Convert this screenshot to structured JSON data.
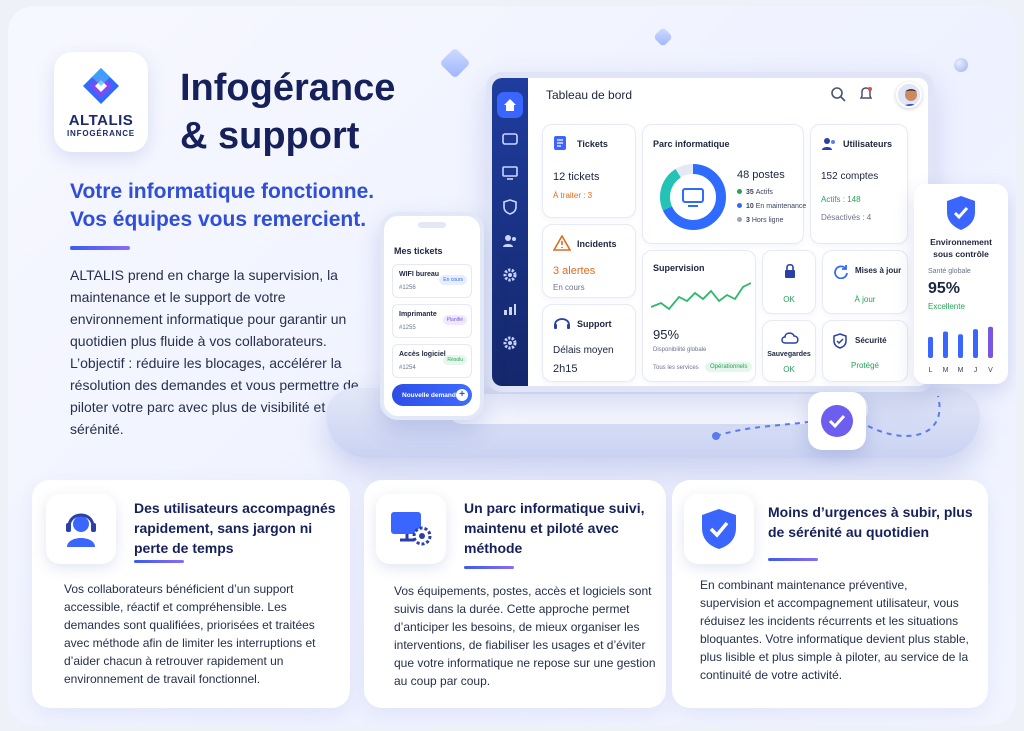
{
  "brand": {
    "name": "ALTALIS",
    "sub": "INFOGÉRANCE"
  },
  "title": {
    "line1": "Infogérance",
    "line2": "& support"
  },
  "tagline": {
    "line1": "Votre informatique fonctionne.",
    "line2": "Vos équipes vous remercient."
  },
  "intro": "ALTALIS prend en charge la supervision, la maintenance et le support de votre environnement informatique pour garantir un quotidien plus fluide à vos collaborateurs. L’objectif : réduire les blocages, accélérer la résolution des demandes et vous permettre de piloter votre parc avec plus de visibilité et de sérénité.",
  "colors": {
    "accent": "#2f4ed9",
    "navy": "#16205a",
    "green": "#23a456",
    "orange": "#e06b1e"
  },
  "dashboard": {
    "title": "Tableau de bord",
    "sidebar_icons": [
      "home-icon",
      "ticket-icon",
      "monitor-icon",
      "shield-icon",
      "users-icon",
      "gear-icon",
      "chart-icon",
      "settings-icon"
    ],
    "tickets": {
      "label": "Tickets",
      "value": "12 tickets",
      "sub": "À traiter : 3"
    },
    "incidents": {
      "label": "Incidents",
      "value": "3 alertes",
      "sub": "En cours"
    },
    "support": {
      "label": "Support",
      "value": "Délais moyen",
      "sub": "2h15"
    },
    "parc": {
      "label": "Parc informatique",
      "value": "48 postes",
      "items": [
        {
          "count": "35",
          "label": "Actifs",
          "color": "#23a456"
        },
        {
          "count": "10",
          "label": "En maintenance",
          "color": "#2f6bff"
        },
        {
          "count": "3",
          "label": "Hors ligne",
          "color": "#9aa3bd"
        }
      ]
    },
    "users": {
      "label": "Utilisateurs",
      "value": "152 comptes",
      "active": "Actifs : 148",
      "inactive": "Désactivés : 4"
    },
    "supervision": {
      "label": "Supervision",
      "value": "95%",
      "sub": "Disponibilité globale",
      "services": "Tous les services",
      "badge": "Opérationnels"
    },
    "status_tiles": [
      {
        "icon": "lock-icon",
        "label": "",
        "value": "OK"
      },
      {
        "icon": "refresh-icon",
        "label": "Mises à jour",
        "value": "À jour"
      },
      {
        "icon": "cloud-icon",
        "label": "Sauvegardes",
        "value": "OK"
      },
      {
        "icon": "shield-check-icon",
        "label": "Sécurité",
        "value": "Protégé"
      }
    ]
  },
  "phone": {
    "title": "Mes tickets",
    "items": [
      {
        "name": "WIFI bureau",
        "id": "#1256",
        "status": "En cours",
        "bg": "#e7efff",
        "fg": "#2f6bff"
      },
      {
        "name": "Imprimante",
        "id": "#1255",
        "status": "Planifié",
        "bg": "#efe8ff",
        "fg": "#7a56e0"
      },
      {
        "name": "Accès logiciel",
        "id": "#1254",
        "status": "Résolu",
        "bg": "#e6f6ec",
        "fg": "#23a456"
      }
    ],
    "button": "Nouvelle demande"
  },
  "environment": {
    "title": "Environnement sous contrôle",
    "health_label": "Santé globale",
    "value": "95%",
    "status": "Excellente",
    "days": [
      "L",
      "M",
      "M",
      "J",
      "V"
    ],
    "bars": [
      0.62,
      0.78,
      0.7,
      0.85,
      0.92
    ]
  },
  "features": [
    {
      "icon": "headset-user-icon",
      "title": "Des utilisateurs accompagnés rapidement, sans jargon ni perte de temps",
      "text": "Vos collaborateurs bénéficient d’un support accessible, réactif et compréhensible. Les demandes sont qualifiées, priorisées et traitées avec méthode afin de limiter les interruptions et d’aider chacun à retrouver rapidement un environnement de travail fonctionnel."
    },
    {
      "icon": "monitor-gear-icon",
      "title": "Un parc informatique suivi, maintenu et piloté avec méthode",
      "text": "Vos équipements, postes, accès et logiciels sont suivis dans la durée. Cette approche permet d’anticiper les besoins, de mieux organiser les interventions, de fiabiliser les usages et d’éviter que votre informatique ne repose sur une gestion au coup par coup."
    },
    {
      "icon": "shield-check-icon",
      "title": "Moins d’urgences à subir, plus de sérénité au quotidien",
      "text": "En combinant maintenance préventive, supervision et accompagnement utilisateur, vous réduisez les incidents récurrents et les situations bloquantes. Votre informatique devient plus stable, plus lisible et plus simple à piloter, au service de la continuité de votre activité."
    }
  ]
}
